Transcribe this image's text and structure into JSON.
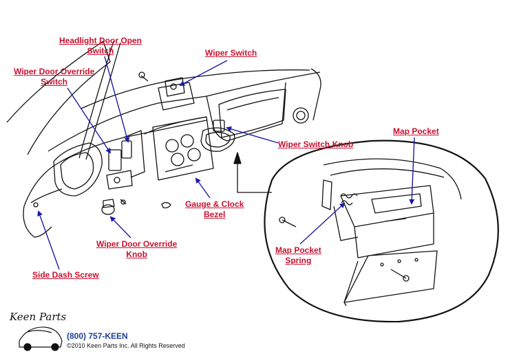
{
  "labels": {
    "headlight_door_open_switch": [
      "Headlight Door Open",
      "Switch"
    ],
    "wiper_switch": "Wiper Switch",
    "wiper_door_override_switch": [
      "Wiper Door Override",
      "Switch"
    ],
    "wiper_switch_knob": "Wiper Switch Knob",
    "map_pocket": "Map Pocket",
    "gauge_clock_bezel": [
      "Gauge & Clock",
      "Bezel"
    ],
    "map_pocket_spring": [
      "Map Pocket",
      "Spring"
    ],
    "wiper_door_override_knob": [
      "Wiper Door Override",
      "Knob"
    ],
    "side_dash_screw": "Side Dash Screw"
  },
  "footer": {
    "phone": "(800) 757-KEEN",
    "copyright": "©2010 Keen Parts Inc. All Rights Reserved",
    "logo_text": "Keen Parts"
  },
  "colors": {
    "label": "#c8102e",
    "arrow": "#1a1aa8",
    "drawing": "#111111",
    "phone": "#1f3f9a"
  }
}
